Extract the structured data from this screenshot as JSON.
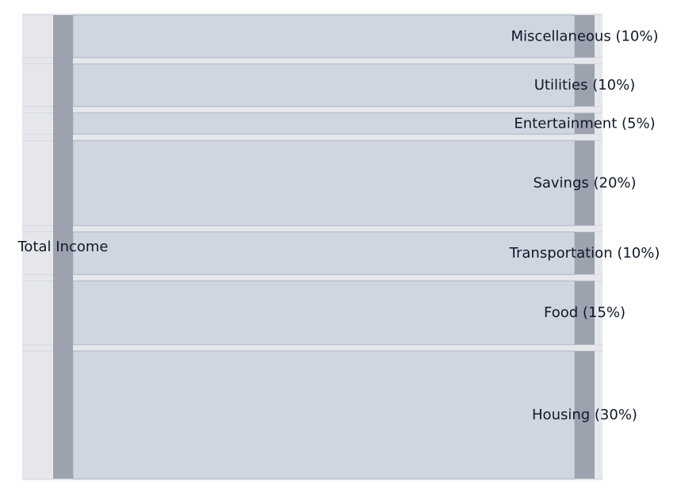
{
  "chart_data": {
    "type": "sankey",
    "source": {
      "label": "Total Income",
      "value": 100
    },
    "targets": [
      {
        "label": "Miscellaneous (10%)",
        "name": "Miscellaneous",
        "value": 10
      },
      {
        "label": "Utilities (10%)",
        "name": "Utilities",
        "value": 10
      },
      {
        "label": "Entertainment (5%)",
        "name": "Entertainment",
        "value": 5
      },
      {
        "label": "Savings (20%)",
        "name": "Savings",
        "value": 20
      },
      {
        "label": "Transportation (10%)",
        "name": "Transportation",
        "value": 10
      },
      {
        "label": "Food (15%)",
        "name": "Food",
        "value": 15
      },
      {
        "label": "Housing (30%)",
        "name": "Housing",
        "value": 30
      }
    ],
    "colors": {
      "plot_background": "#e5e7eb",
      "link": "#cfd6e0",
      "link_edge": "#aeb6c2",
      "node": "#9ca3af",
      "text": "#111827"
    },
    "grid": false,
    "legend": "none"
  }
}
